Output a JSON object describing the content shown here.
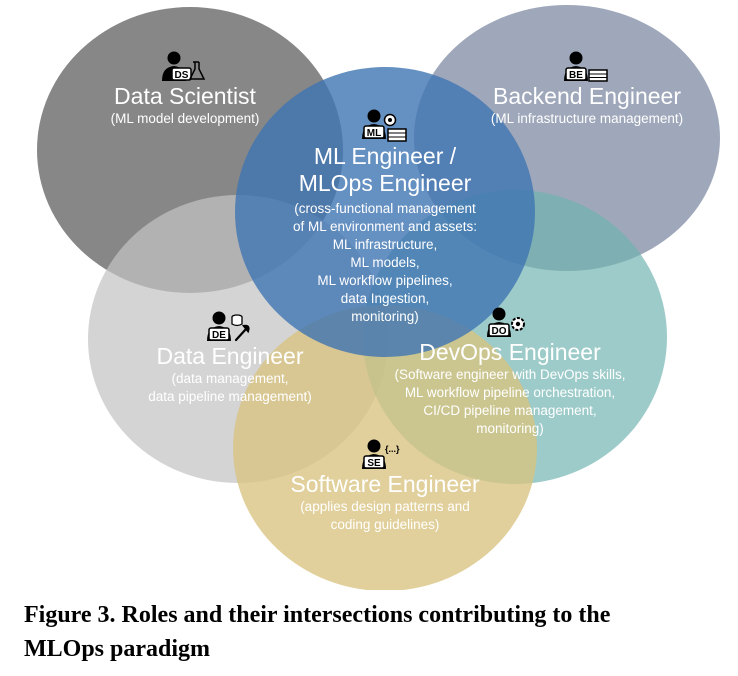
{
  "roles": {
    "data_scientist": {
      "badge": "DS",
      "title": "Data Scientist",
      "desc": "(ML model development)",
      "color": "#6d6d6d"
    },
    "backend_engineer": {
      "badge": "BE",
      "title": "Backend Engineer",
      "desc": "(ML infrastructure management)",
      "color": "#8a95ac"
    },
    "ml_engineer": {
      "badge": "ML",
      "title_line1": "ML Engineer /",
      "title_line2": "MLOps Engineer",
      "desc": "(cross-functional management\nof ML environment and assets:\nML infrastructure,\nML models,\nML workflow pipelines,\ndata Ingestion,\nmonitoring)",
      "color": "#3f74b3"
    },
    "data_engineer": {
      "badge": "DE",
      "title": "Data Engineer",
      "desc": "(data management,\ndata pipeline management)",
      "color": "#c4c4c4"
    },
    "devops_engineer": {
      "badge": "DO",
      "title": "DevOps Engineer",
      "desc": "(Software engineer with DevOps skills,\nML workflow pipeline orchestration,\nCI/CD pipeline management,\nmonitoring)",
      "color": "#6fb2b0"
    },
    "software_engineer": {
      "badge": "SE",
      "code_symbol": "{...}",
      "title": "Software Engineer",
      "desc": "(applies design patterns and\ncoding guidelines)",
      "color": "#d9c37f"
    }
  },
  "caption": {
    "line1": "Figure 3. Roles and their intersections contributing to the",
    "line2": "MLOps paradigm"
  }
}
